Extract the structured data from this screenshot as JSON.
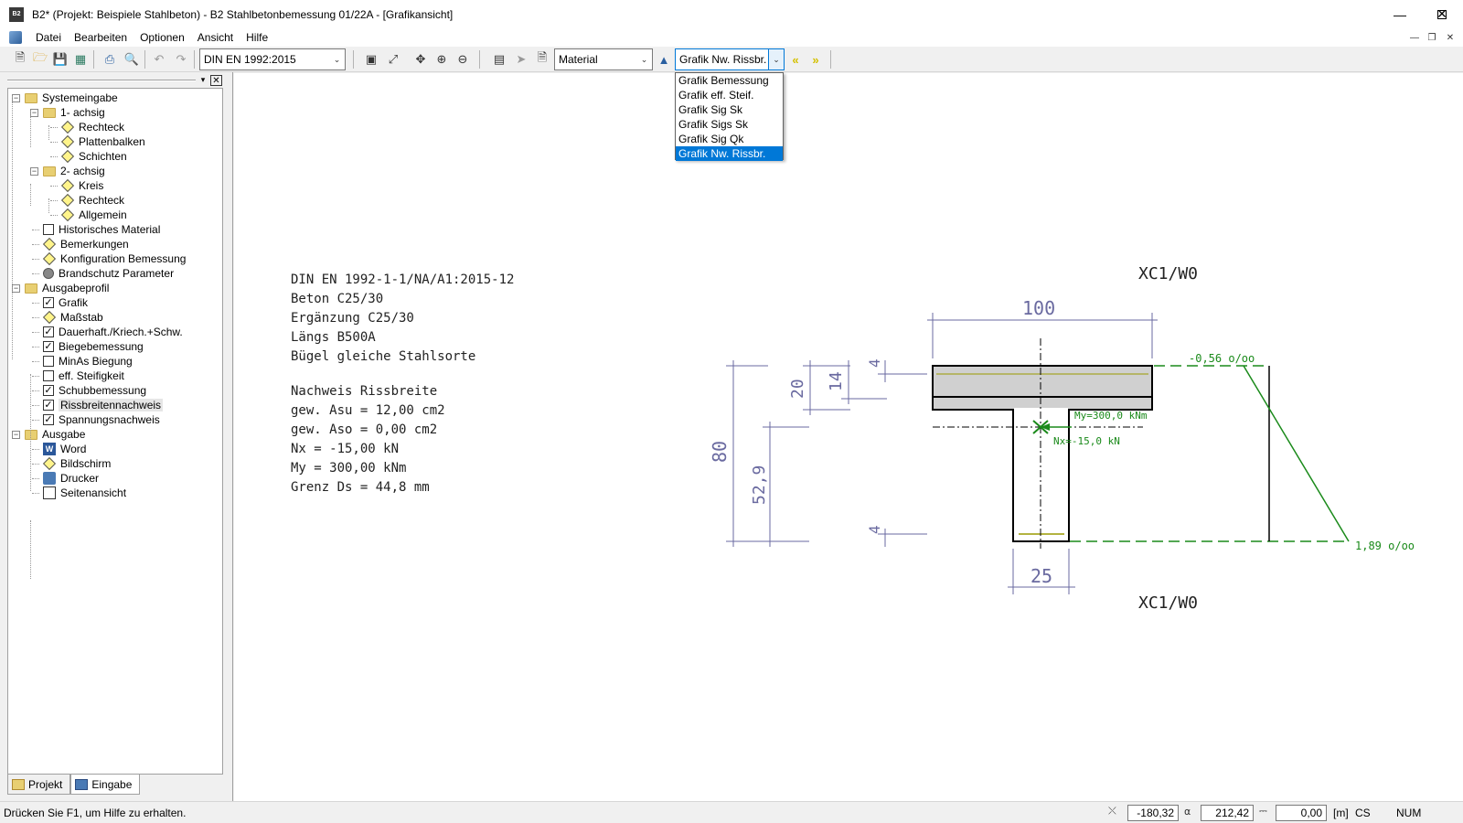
{
  "window": {
    "title": "B2* (Projekt: Beispiele Stahlbeton) - B2 Stahlbetonbemessung 01/22A - [Grafikansicht]",
    "app_icon_text": "B2"
  },
  "menu": [
    "Datei",
    "Bearbeiten",
    "Optionen",
    "Ansicht",
    "Hilfe"
  ],
  "toolbar": {
    "norm_combo": "DIN EN 1992:2015",
    "material_combo": "Material",
    "grafik_combo": "Grafik Nw. Rissbr."
  },
  "dropdown": {
    "items": [
      "Grafik Bemessung",
      "Grafik eff. Steif.",
      "Grafik Sig Sk",
      "Grafik Sigs Sk",
      "Grafik Sig Qk",
      "Grafik Nw. Rissbr."
    ],
    "selected_index": 5
  },
  "tree": {
    "items": [
      {
        "label": "Systemeingabe",
        "icon": "folder-icon"
      },
      {
        "label": "1- achsig",
        "icon": "folder-icon"
      },
      {
        "label": "Rechteck",
        "icon": "diamond-icon"
      },
      {
        "label": "Plattenbalken",
        "icon": "diamond-icon"
      },
      {
        "label": "Schichten",
        "icon": "diamond-icon"
      },
      {
        "label": "2- achsig",
        "icon": "folder-icon"
      },
      {
        "label": "Kreis",
        "icon": "diamond-icon"
      },
      {
        "label": "Rechteck",
        "icon": "diamond-icon"
      },
      {
        "label": "Allgemein",
        "icon": "diamond-icon"
      },
      {
        "label": "Historisches Material",
        "icon": "checkbox-unchecked-icon"
      },
      {
        "label": "Bemerkungen",
        "icon": "diamond-icon"
      },
      {
        "label": "Konfiguration  Bemessung",
        "icon": "diamond-icon"
      },
      {
        "label": "Brandschutz Parameter",
        "icon": "circle-icon"
      },
      {
        "label": "Ausgabeprofil",
        "icon": "folder-icon"
      },
      {
        "label": "Grafik",
        "icon": "checkbox-checked-icon"
      },
      {
        "label": "Maßstab",
        "icon": "diamond-icon"
      },
      {
        "label": "Dauerhaft./Kriech.+Schw.",
        "icon": "checkbox-checked-icon"
      },
      {
        "label": "Biegebemessung",
        "icon": "checkbox-checked-icon"
      },
      {
        "label": "MinAs Biegung",
        "icon": "checkbox-unchecked-icon"
      },
      {
        "label": "eff. Steifigkeit",
        "icon": "checkbox-unchecked-icon"
      },
      {
        "label": "Schubbemessung",
        "icon": "checkbox-checked-icon"
      },
      {
        "label": "Rissbreitennachweis",
        "icon": "checkbox-checked-icon"
      },
      {
        "label": "Spannungsnachweis",
        "icon": "checkbox-checked-icon"
      },
      {
        "label": "Ausgabe",
        "icon": "folder-icon"
      },
      {
        "label": "Word",
        "icon": "word-icon"
      },
      {
        "label": "Bildschirm",
        "icon": "diamond-icon"
      },
      {
        "label": "Drucker",
        "icon": "printer-icon"
      },
      {
        "label": "Seitenansicht",
        "icon": "preview-icon"
      }
    ]
  },
  "tabs": [
    "Projekt",
    "Eingabe"
  ],
  "drawing": {
    "info_lines": [
      "DIN EN 1992-1-1/NA/A1:2015-12",
      "Beton     C25/30",
      "Ergänzung C25/30",
      "Längs B500A",
      "Bügel gleiche Stahlsorte",
      "Nachweis Rissbreite",
      "gew. Asu =   12,00 cm2",
      "gew. Aso =    0,00 cm2",
      "Nx =  -15,00 kN",
      "My =  300,00 kNm",
      "Grenz Ds =   44,8 mm"
    ],
    "exposure_top": "XC1/W0",
    "exposure_bottom": "XC1/W0",
    "dim_width_top": "100",
    "dim_width_web": "25",
    "dim_height": "80",
    "dim_flange": "20",
    "dim_14": "14",
    "dim_52_9": "52,9",
    "dim_cover_top": "4",
    "dim_cover_bottom": "4",
    "strain_top": "-0,56 o/oo",
    "strain_bottom": "1,89 o/oo",
    "moment_label": "My=300,0 kNm",
    "normal_label": "Nx=-15,0 kN",
    "colors": {
      "dim": "#6a6aa0",
      "green": "#1a8a1a",
      "rebar": "#9a9a00",
      "flange_fill": "#d0d0d0"
    }
  },
  "statusbar": {
    "hint": "Drücken Sie F1, um Hilfe zu erhalten.",
    "x_value": "-180,32",
    "y_value": "212,42",
    "z_value": "0,00",
    "unit": "[m]",
    "cs": "CS",
    "num": "NUM"
  }
}
